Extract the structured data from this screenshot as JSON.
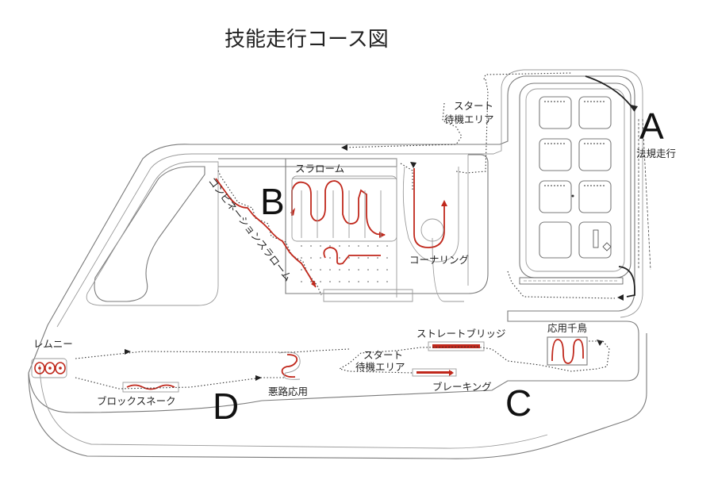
{
  "title": "技能走行コース図",
  "sections": {
    "a": {
      "letter": "A",
      "label": "法規走行"
    },
    "b": {
      "letter": "B",
      "labels": {
        "slalom": "スラローム",
        "combination": "コンビネーションスラローム",
        "cornering": "コーナリング"
      }
    },
    "c": {
      "letter": "C",
      "labels": {
        "straight_bridge": "ストレートブリッジ",
        "oyo_chidori": "応用千鳥",
        "braking": "ブレーキング",
        "start_wait": "スタート\n待機エリア"
      }
    },
    "d": {
      "letter": "D",
      "labels": {
        "lemniscate": "レムニー",
        "block_snake": "ブロックスネーク",
        "rough_road": "悪路応用"
      }
    }
  },
  "start_wait_top": "スタート\n待機エリア",
  "colors": {
    "course_line": "#7a7a7a",
    "route": "#333333",
    "highlight": "#c0281c"
  }
}
